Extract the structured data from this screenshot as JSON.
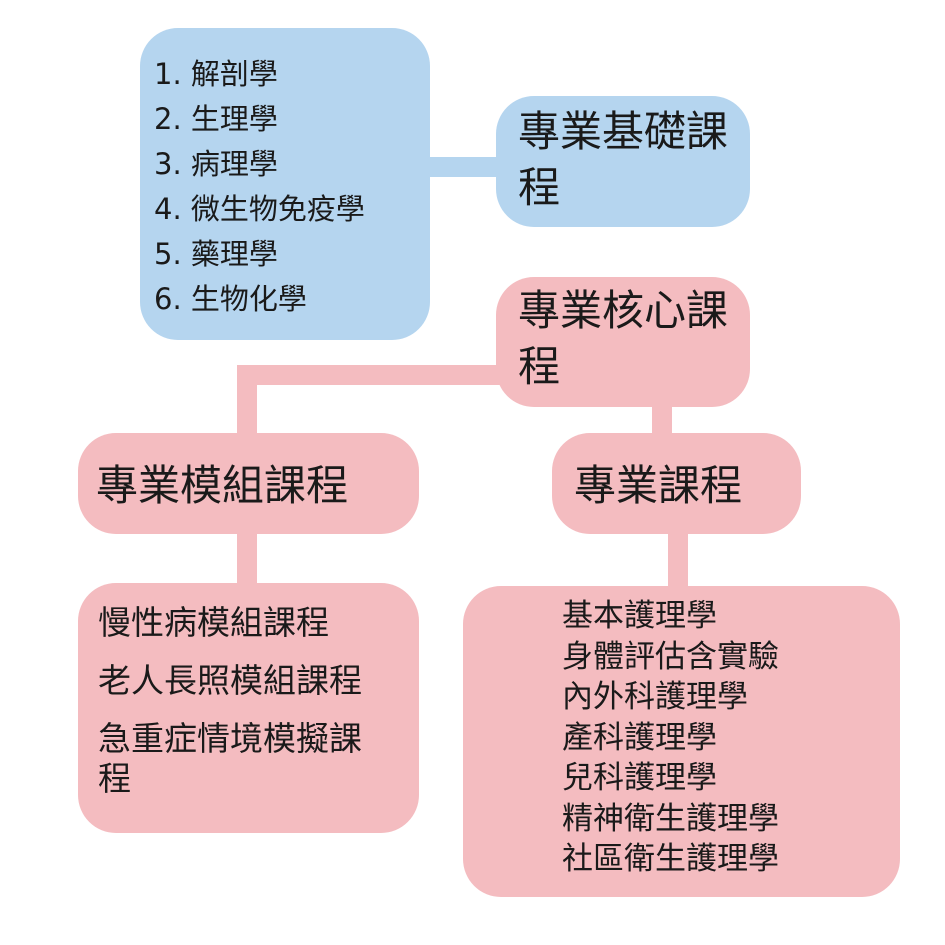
{
  "basic": {
    "title": "專業基礎課程",
    "items": [
      "1. 解剖學",
      "2. 生理學",
      "3. 病理學",
      "4. 微生物免疫學",
      "5. 藥理學",
      "6. 生物化學"
    ]
  },
  "core": {
    "title": "專業核心課程"
  },
  "module": {
    "title": "專業模組課程",
    "items": [
      "慢性病模組課程",
      "老人長照模組課程",
      "急重症情境模擬課程"
    ]
  },
  "major": {
    "title": "專業課程",
    "items": [
      "基本護理學",
      "身體評估含實驗",
      "內外科護理學",
      "產科護理學",
      "兒科護理學",
      "精神衛生護理學",
      "社區衛生護理學"
    ]
  },
  "colors": {
    "blue": "#b5d5ef",
    "pink": "#f4bcc0",
    "text": "#1a1a1a"
  }
}
